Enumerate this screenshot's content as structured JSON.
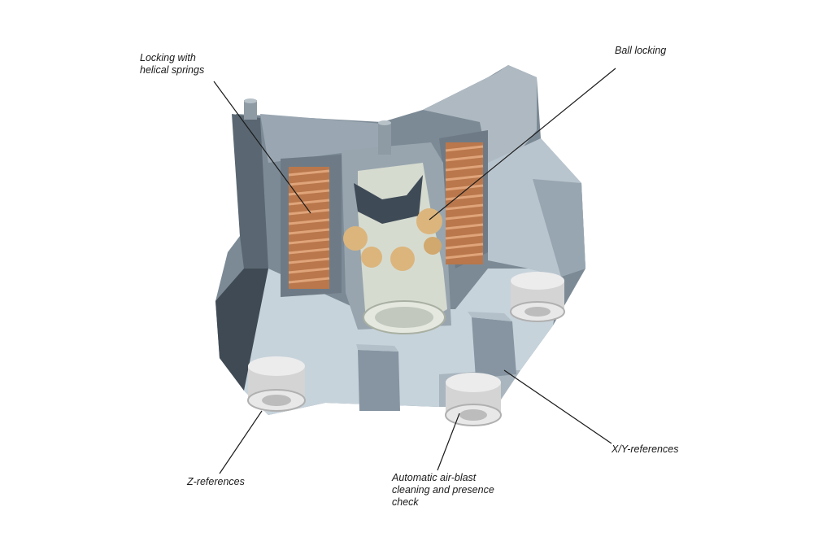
{
  "callouts": {
    "helical_springs": "Locking with\nhelical springs",
    "ball_locking": "Ball locking",
    "z_references": "Z-references",
    "air_blast": "Automatic air-blast\ncleaning and presence\ncheck",
    "xy_references": "X/Y-references"
  },
  "colors": {
    "body_dark": "#4c5863",
    "body_mid": "#7c8a96",
    "body_light": "#aeb9c2",
    "body_pale": "#c7d3db",
    "spring": "#c9875a",
    "ball": "#dcb57c",
    "insert": "#d6dbd0",
    "stud": "#dcdcdc"
  }
}
